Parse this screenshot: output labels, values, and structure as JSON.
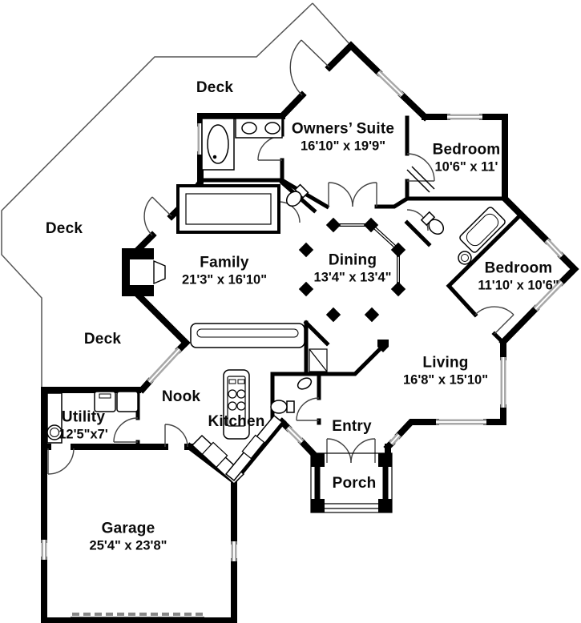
{
  "plan": {
    "decks": [
      {
        "label": "Deck"
      },
      {
        "label": "Deck"
      },
      {
        "label": "Deck"
      }
    ],
    "rooms": {
      "owners_suite": {
        "name": "Owners’ Suite",
        "dims": "16'10\" x 19'9\""
      },
      "bedroom_top": {
        "name": "Bedroom",
        "dims": "10'6\" x 11'"
      },
      "family": {
        "name": "Family",
        "dims": "21'3\" x 16'10\""
      },
      "dining": {
        "name": "Dining",
        "dims": "13'4\" x 13'4\""
      },
      "bedroom_right": {
        "name": "Bedroom",
        "dims": "11'10' x 10'6\""
      },
      "living": {
        "name": "Living",
        "dims": "16'8\" x 15'10\""
      },
      "nook": {
        "name": "Nook"
      },
      "utility": {
        "name": "Utility",
        "dims": "12'5\"x7'"
      },
      "kitchen": {
        "name": "Kitchen"
      },
      "entry": {
        "name": "Entry"
      },
      "porch": {
        "name": "Porch"
      },
      "garage": {
        "name": "Garage",
        "dims": "25'4\" x 23'8\""
      }
    },
    "colors": {
      "wall": "#000000",
      "window": "#a8a8a8",
      "line": "#444444",
      "bg": "#ffffff"
    }
  }
}
